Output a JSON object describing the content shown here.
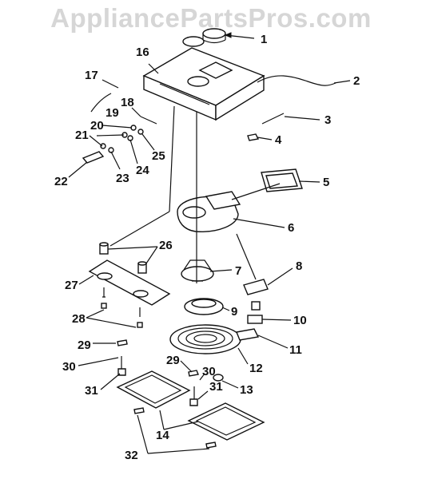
{
  "watermark": "AppliancePartsPros.com",
  "callouts": [
    "1",
    "2",
    "3",
    "4",
    "5",
    "6",
    "7",
    "8",
    "9",
    "10",
    "11",
    "12",
    "13",
    "14",
    "16",
    "17",
    "18",
    "19",
    "20",
    "21",
    "22",
    "23",
    "24",
    "25",
    "26",
    "27",
    "28",
    "29",
    "29",
    "30",
    "30",
    "31",
    "31",
    "32"
  ]
}
